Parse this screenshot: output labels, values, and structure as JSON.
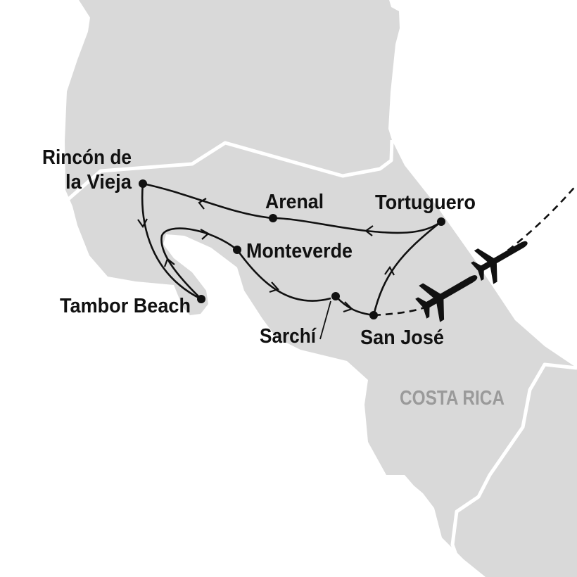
{
  "colors": {
    "land": "#d9d9d9",
    "route": "#111111",
    "country_label": "#9a9a9a"
  },
  "country_label": "COSTA RICA",
  "stops": {
    "rincon_line1": "Rincón de",
    "rincon_line2": "la Vieja",
    "arenal": "Arenal",
    "tortuguero": "Tortuguero",
    "monteverde": "Monteverde",
    "tambor": "Tambor Beach",
    "sarchi": "Sarchí",
    "san_jose": "San José"
  },
  "icons": [
    "airplane-icon",
    "airplane-icon"
  ]
}
